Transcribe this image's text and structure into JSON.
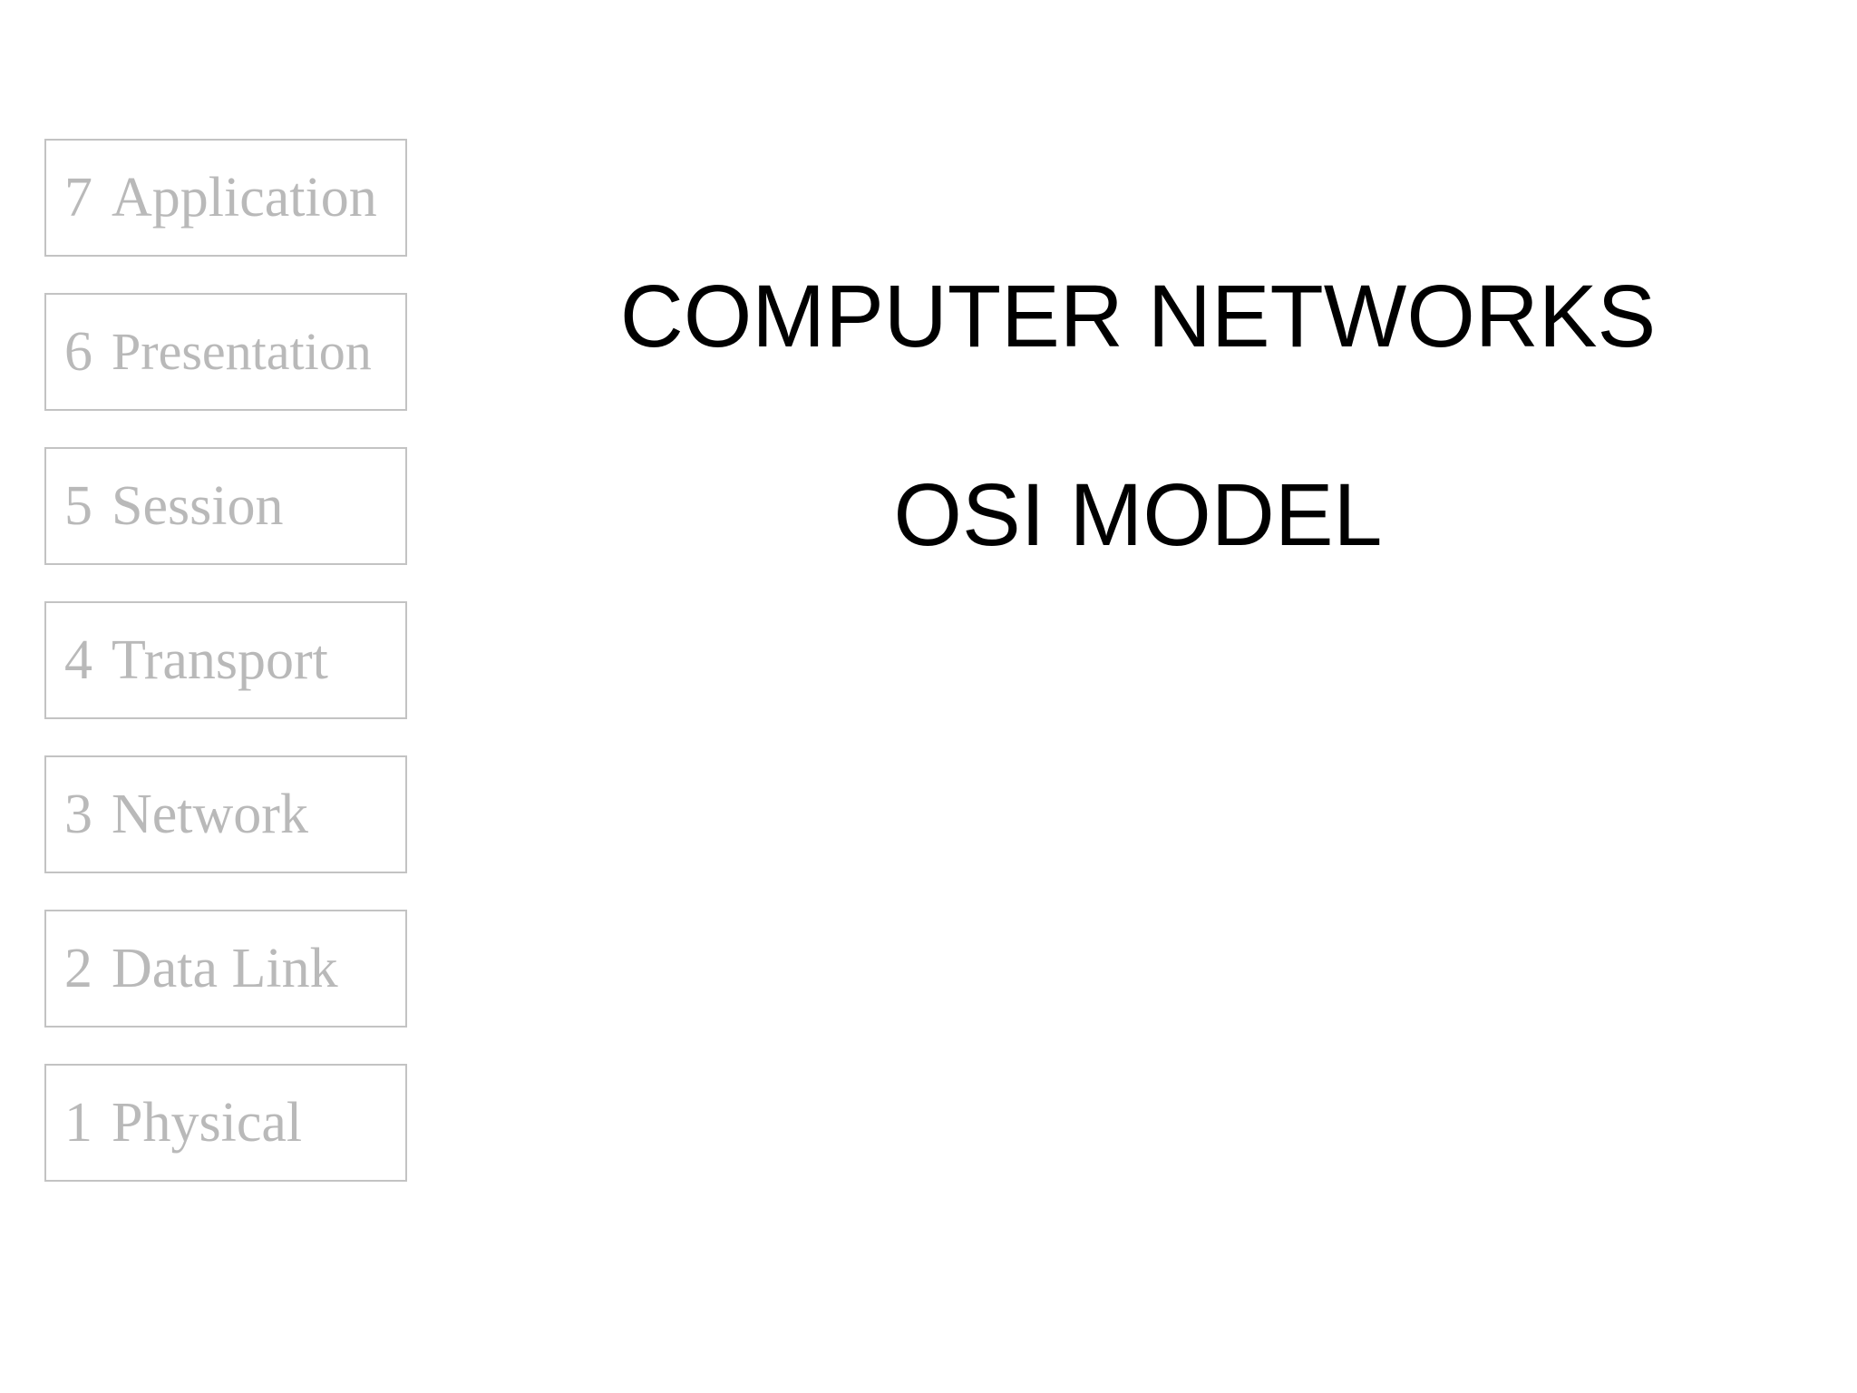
{
  "slide": {
    "background_color": "#ffffff",
    "title_color": "#000000",
    "layer_text_color": "#b9b9b9",
    "layer_border_color": "#c3c3c3",
    "headings": {
      "line1": "COMPUTER NETWORKS",
      "line2": "OSI MODEL"
    }
  },
  "osi_stack": {
    "layers": [
      {
        "number": "7",
        "name": "Application"
      },
      {
        "number": "6",
        "name": "Presentation"
      },
      {
        "number": "5",
        "name": "Session"
      },
      {
        "number": "4",
        "name": "Transport"
      },
      {
        "number": "3",
        "name": "Network"
      },
      {
        "number": "2",
        "name": "Data Link"
      },
      {
        "number": "1",
        "name": "Physical"
      }
    ]
  }
}
